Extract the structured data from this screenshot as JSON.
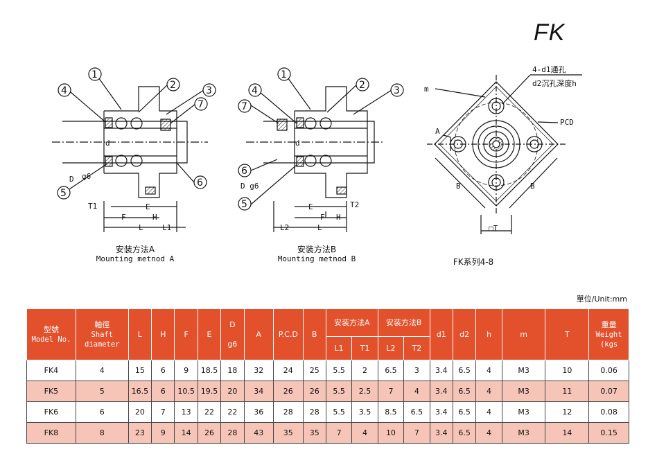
{
  "title": "FK",
  "unit_label": "單位/Unit:mm",
  "figures": {
    "a": {
      "caption_zh": "安装方法A",
      "caption_en": "Mounting metnod A"
    },
    "b": {
      "caption_zh": "安装方法B",
      "caption_en": "Mounting metnod B"
    },
    "c": {
      "caption": "FK系列4-8",
      "note1": "4-d1通孔",
      "note2": "d2沉孔深度h"
    }
  },
  "dim_labels": {
    "n1": "1",
    "n2": "2",
    "n3": "3",
    "n4": "4",
    "n5": "5",
    "n6": "6",
    "n7": "7",
    "d": "d",
    "D": "D",
    "g6": "g6",
    "Dg6": "D g6",
    "T1": "T1",
    "T2": "T2",
    "F": "F",
    "H": "H",
    "E": "E",
    "L": "L",
    "L1": "L1",
    "L2": "L2",
    "m": "m",
    "A": "A",
    "B": "B",
    "PCD": "PCD",
    "T": "□T"
  },
  "table": {
    "headers": {
      "model_zh": "型號",
      "model_en": "Model No.",
      "shaft_zh": "軸徑",
      "shaft_en1": "Shaft",
      "shaft_en2": "diameter",
      "L": "L",
      "H": "H",
      "F": "F",
      "E": "E",
      "D": "D",
      "g6": "g6",
      "A": "A",
      "PCD": "P.C.D",
      "B": "B",
      "methodA": "安装方法A",
      "methodB": "安装方法B",
      "L1": "L1",
      "T1": "T1",
      "L2": "L2",
      "T2": "T2",
      "d1": "d1",
      "d2": "d2",
      "h": "h",
      "m": "m",
      "T": "T",
      "weight_zh": "重量",
      "weight_en1": "Weight",
      "weight_en2": "(kgs"
    },
    "rows": [
      [
        "FK4",
        "4",
        "15",
        "6",
        "9",
        "18.5",
        "18",
        "32",
        "24",
        "25",
        "5.5",
        "2",
        "6.5",
        "3",
        "3.4",
        "6.5",
        "4",
        "M3",
        "10",
        "0.06"
      ],
      [
        "FK5",
        "5",
        "16.5",
        "6",
        "10.5",
        "19.5",
        "20",
        "34",
        "26",
        "26",
        "5.5",
        "2.5",
        "7",
        "4",
        "3.4",
        "6.5",
        "4",
        "M3",
        "11",
        "0.07"
      ],
      [
        "FK6",
        "6",
        "20",
        "7",
        "13",
        "22",
        "22",
        "36",
        "28",
        "28",
        "5.5",
        "3.5",
        "8.5",
        "6.5",
        "3.4",
        "6.5",
        "4",
        "M3",
        "12",
        "0.08"
      ],
      [
        "FK8",
        "8",
        "23",
        "9",
        "14",
        "26",
        "28",
        "43",
        "35",
        "35",
        "7",
        "4",
        "10",
        "7",
        "3.4",
        "6.5",
        "4",
        "M3",
        "14",
        "0.15"
      ]
    ]
  }
}
